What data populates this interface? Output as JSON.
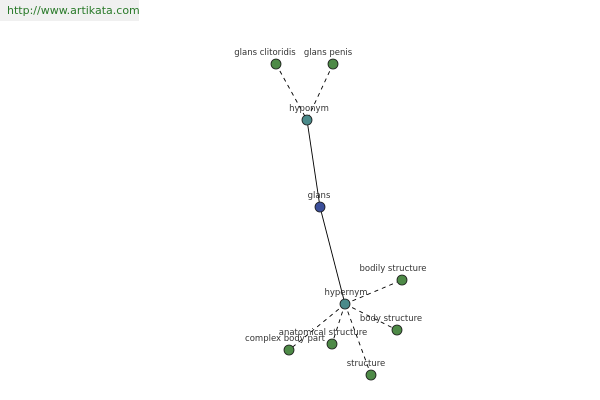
{
  "header": {
    "url": "http://www.artikata.com"
  },
  "graph": {
    "nodes": [
      {
        "id": "glans-clitoridis",
        "label": "glans clitoridis",
        "kind": "leaf"
      },
      {
        "id": "glans-penis",
        "label": "glans penis",
        "kind": "leaf"
      },
      {
        "id": "hyponym",
        "label": "hyponym",
        "kind": "relation"
      },
      {
        "id": "glans",
        "label": "glans",
        "kind": "root"
      },
      {
        "id": "hypernym",
        "label": "hypernym",
        "kind": "relation"
      },
      {
        "id": "bodily-structure",
        "label": "bodily structure",
        "kind": "leaf"
      },
      {
        "id": "body-structure",
        "label": "body structure",
        "kind": "leaf"
      },
      {
        "id": "anatomical-structure",
        "label": "anatomical structure",
        "kind": "leaf"
      },
      {
        "id": "complex-body-part",
        "label": "complex body part",
        "kind": "leaf"
      },
      {
        "id": "structure",
        "label": "structure",
        "kind": "leaf"
      }
    ],
    "edges": [
      {
        "from": "glans-clitoridis",
        "to": "hyponym",
        "style": "dashed"
      },
      {
        "from": "glans-penis",
        "to": "hyponym",
        "style": "dashed"
      },
      {
        "from": "hyponym",
        "to": "glans",
        "style": "solid"
      },
      {
        "from": "glans",
        "to": "hypernym",
        "style": "solid"
      },
      {
        "from": "hypernym",
        "to": "bodily-structure",
        "style": "dashed"
      },
      {
        "from": "hypernym",
        "to": "body-structure",
        "style": "dashed"
      },
      {
        "from": "hypernym",
        "to": "anatomical-structure",
        "style": "dashed"
      },
      {
        "from": "hypernym",
        "to": "complex-body-part",
        "style": "dashed"
      },
      {
        "from": "hypernym",
        "to": "structure",
        "style": "dashed"
      }
    ],
    "colors": {
      "leaf": "#4e8a47",
      "relation": "#4a8a8a",
      "root": "#3b4f9a",
      "edge": "#000000"
    }
  }
}
